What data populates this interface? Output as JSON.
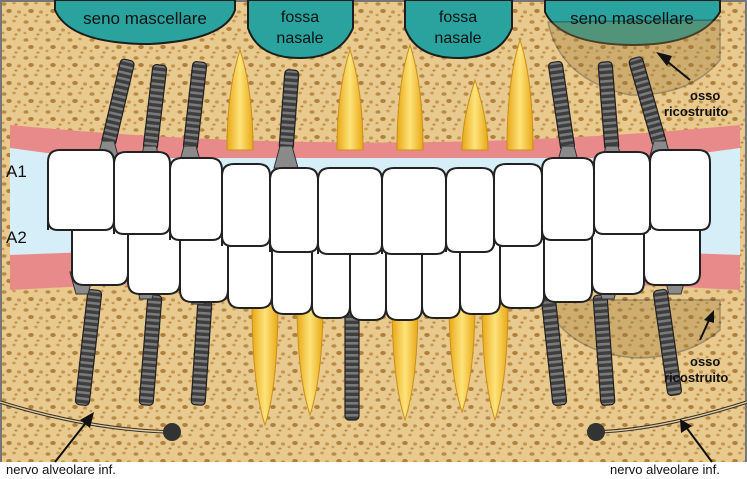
{
  "labels": {
    "sinus_left": "seno mascellare",
    "sinus_right": "seno mascellare",
    "nasal_left_1": "fossa",
    "nasal_left_2": "nasale",
    "nasal_right_1": "fossa",
    "nasal_right_2": "nasale",
    "bone_upper_1": "osso",
    "bone_upper_2": "ricostruito",
    "bone_lower_1": "osso",
    "bone_lower_2": "ricostruito",
    "arch_upper": "A1",
    "arch_lower": "A2",
    "nerve_left": "nervo alveolare inf.",
    "nerve_right": "nervo alveolare inf."
  },
  "colors": {
    "bone": "#e8c98e",
    "bone_pore": "#b88a45",
    "sinus": "#2aa39e",
    "gum": "#e88a8a",
    "gap": "#d6eef7",
    "tooth": "#ffffff",
    "root": "#f2c22e",
    "implant": "#4a4a4a"
  }
}
